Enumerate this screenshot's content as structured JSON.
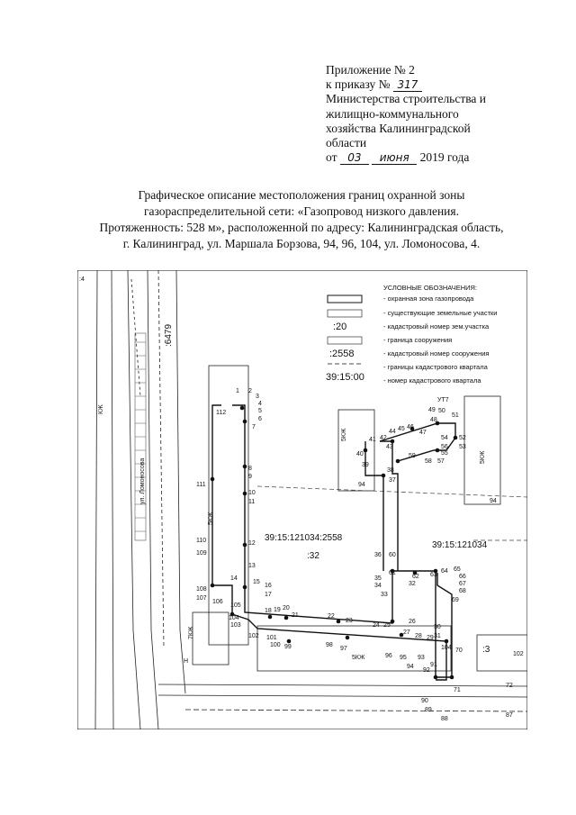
{
  "header": {
    "line1": "Приложение № 2",
    "line2_prefix": "к приказу №",
    "order_no": "317",
    "line3": "Министерства строительства и",
    "line4": "жилищно-коммунального",
    "line5": "хозяйства Калининградской",
    "line6": "области",
    "date_prefix": "от",
    "date_day": "03",
    "date_month": "июня",
    "date_year": "2019 года"
  },
  "title": {
    "line1": "Графическое описание местоположения границ охранной зоны",
    "line2": "газораспределительной сети: «Газопровод низкого давления.",
    "line3": "Протяженность: 528 м», расположенной по адресу: Калининградская область,",
    "line4": "г. Калининград, ул. Маршала Борзова, 94, 96, 104, ул. Ломоносова, 4."
  },
  "legend": {
    "heading": "УСЛОВНЫЕ ОБОЗНАЧЕНИЯ:",
    "items": [
      "- охранная зона газопровода",
      "- существующие земельные участки",
      "- кадастровый номер зем.участка",
      "- граница сооружения",
      "- кадастровый номер сооружения",
      "- границы кадастрового квартала",
      "- номер кадастрового квартала"
    ],
    "code_parcel": ":20",
    "code_structure": ":2558",
    "code_quarter": "39:15:00"
  },
  "map": {
    "edge_label": ":4",
    "parcel_6479": ":6479",
    "parcel_2558": "39:15:121034:2558",
    "parcel_32": ":32",
    "quarter": "39:15:121034",
    "parcel_3": ":3",
    "street": "ул. Ломоносова",
    "ut7": "УТ7",
    "bldg_labels": [
      "5КЖ",
      "5КЖ",
      "7КЖ",
      "5КЖ",
      "5КЖ",
      "КЖ",
      "Н"
    ],
    "small_numbers": [
      "94",
      "94",
      "102",
      "104"
    ],
    "points": [
      "1",
      "2",
      "3",
      "4",
      "5",
      "6",
      "7",
      "8",
      "9",
      "10",
      "11",
      "12",
      "13",
      "14",
      "15",
      "16",
      "17",
      "18",
      "19",
      "20",
      "21",
      "22",
      "23",
      "24",
      "25",
      "26",
      "27",
      "28",
      "29",
      "30",
      "31",
      "32",
      "33",
      "34",
      "35",
      "36",
      "37",
      "38",
      "39",
      "40",
      "41",
      "42",
      "43",
      "44",
      "45",
      "46",
      "47",
      "48",
      "49",
      "50",
      "51",
      "52",
      "53",
      "54",
      "55",
      "56",
      "57",
      "58",
      "59",
      "60",
      "61",
      "62",
      "63",
      "64",
      "65",
      "66",
      "67",
      "68",
      "69",
      "70",
      "71",
      "72",
      "87",
      "88",
      "89",
      "90",
      "91",
      "92",
      "93",
      "94",
      "95",
      "96",
      "97",
      "98",
      "99",
      "100",
      "101",
      "102",
      "103",
      "104",
      "105",
      "106",
      "107",
      "108",
      "109",
      "110",
      "111",
      "112"
    ]
  },
  "colors": {
    "ink": "#111111",
    "paper": "#ffffff",
    "gray": "#9a9a9a"
  }
}
